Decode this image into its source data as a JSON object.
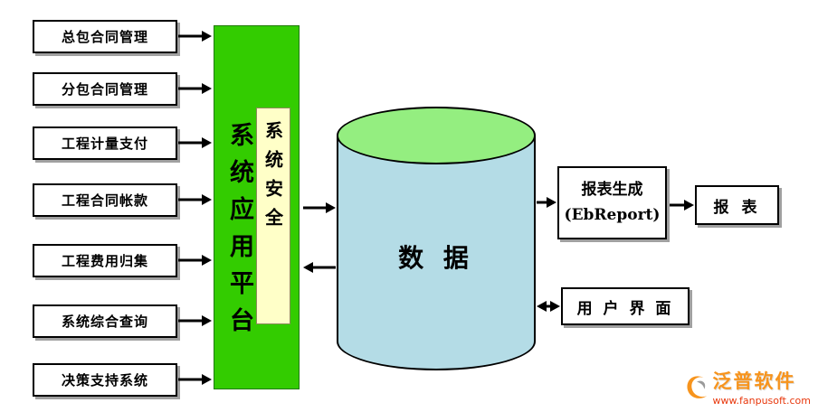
{
  "left_modules": [
    {
      "label": "总包合同管理"
    },
    {
      "label": "分包合同管理"
    },
    {
      "label": "工程计量支付"
    },
    {
      "label": "工程合同帐款"
    },
    {
      "label": "工程费用归集"
    },
    {
      "label": "系统综合查询"
    },
    {
      "label": "决策支持系统"
    }
  ],
  "platform": {
    "label": "系统应用平台",
    "security_label": "系统安全"
  },
  "database": {
    "label": "数  据"
  },
  "outputs": {
    "report_generator_line1": "报表生成",
    "report_generator_line2": "(EbReport)",
    "report_label": "报 表",
    "user_interface_label": "用 户 界 面"
  },
  "watermark": {
    "brand": "泛普软件",
    "url": "www.fanpusoft.com"
  },
  "colors": {
    "platform_green": "#33cc00",
    "security_yellow": "#ffffc8",
    "cylinder_body": "#b4dce6",
    "cylinder_top": "#94ee80",
    "box_shadow_gray": "#a0a0a0",
    "watermark_orange": "#f7941d",
    "watermark_red": "#e8380d"
  }
}
